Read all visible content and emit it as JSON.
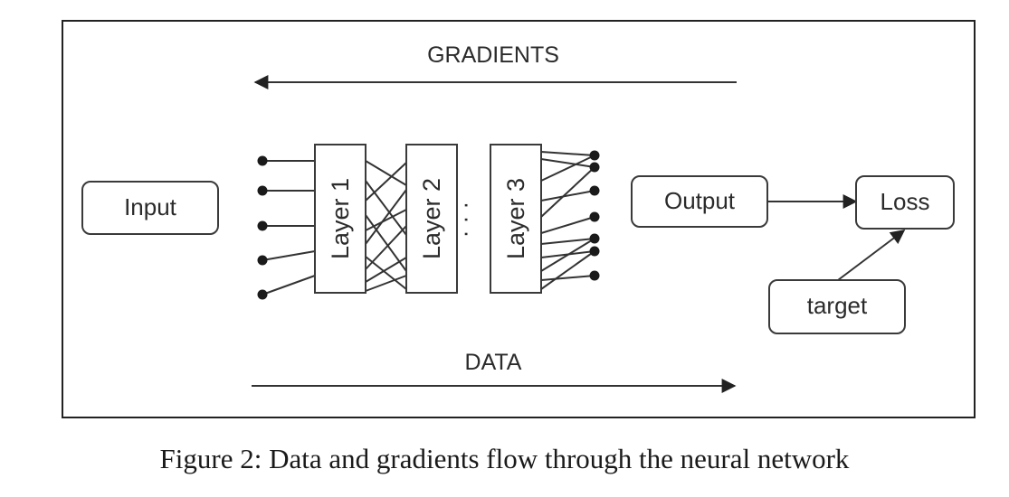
{
  "diagram": {
    "top_label": "GRADIENTS",
    "bottom_label": "DATA",
    "nodes": {
      "input": "Input",
      "layer1": "Layer 1",
      "layer2": "Layer 2",
      "layer3": "Layer 3",
      "output": "Output",
      "loss": "Loss",
      "target": "target"
    },
    "ellipsis": "· · ·"
  },
  "caption": "Figure 2: Data and gradients flow through the neural network",
  "colors": {
    "stroke": "#333333",
    "text": "#2b2b2b"
  }
}
